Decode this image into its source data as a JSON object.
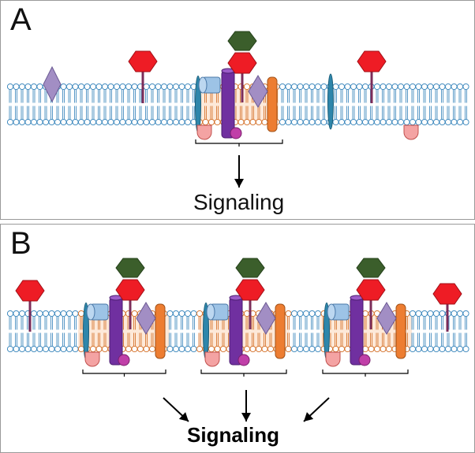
{
  "panels": [
    {
      "letter": "A",
      "signal_label": "Signaling"
    },
    {
      "letter": "B",
      "signal_label": "Signaling"
    }
  ],
  "colors": {
    "head_fill": "#ffffff",
    "head_stroke": "#2e7fb8",
    "tail_blue": "#2e7fb8",
    "tail_orange": "#d2691e",
    "raft_fill": "#fde9d9",
    "red_hexagon": "#ee1c25",
    "green_hexagon": "#3b5e2b",
    "purple_receptor": "#7030a0",
    "lavender_diamond": "#a28ec4",
    "light_blue_cylinder": "#9dc3e6",
    "orange_protein": "#ed7d31",
    "teal_protein": "#2e86ab",
    "pink_protein": "#f4a3a3",
    "magenta_circle": "#c03fa8",
    "arrow": "#000000"
  }
}
